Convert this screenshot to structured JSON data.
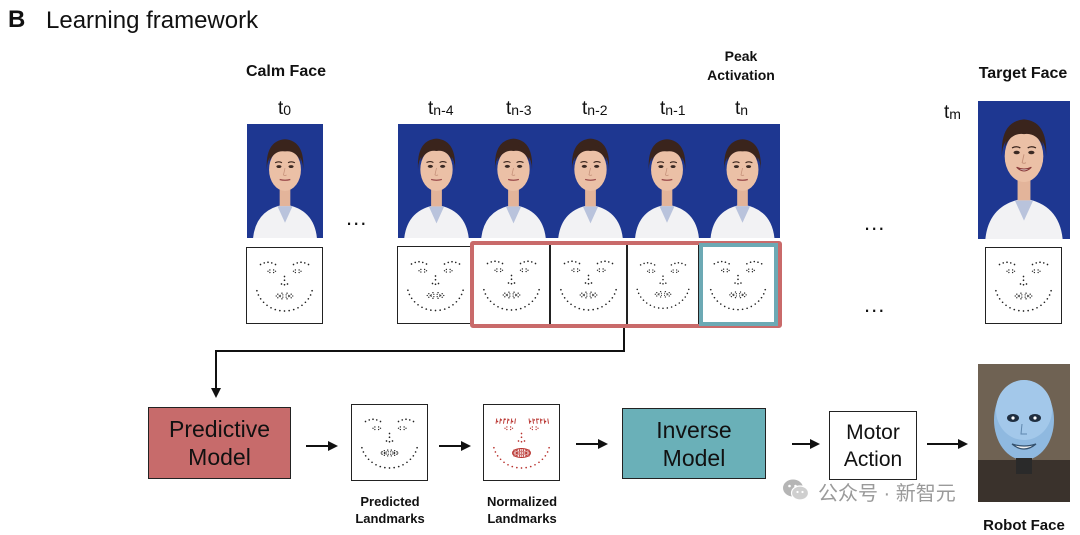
{
  "panel": {
    "letter": "B",
    "title": "Learning framework"
  },
  "columns": {
    "calm": "Calm Face",
    "peak_line1": "Peak",
    "peak_line2": "Activation",
    "target": "Target Face"
  },
  "time_labels": {
    "t0": {
      "base": "t",
      "sub": "0"
    },
    "tn4": {
      "base": "t",
      "sub": "n-4"
    },
    "tn3": {
      "base": "t",
      "sub": "n-3"
    },
    "tn2": {
      "base": "t",
      "sub": "n-2"
    },
    "tn1": {
      "base": "t",
      "sub": "n-1"
    },
    "tn": {
      "base": "t",
      "sub": "n"
    },
    "tm": {
      "base": "t",
      "sub": "m"
    }
  },
  "ellipsis": "...",
  "blocks": {
    "predictive_line1": "Predictive",
    "predictive_line2": "Model",
    "inverse_line1": "Inverse",
    "inverse_line2": "Model",
    "motor_line1": "Motor",
    "motor_line2": "Action"
  },
  "captions": {
    "predicted_line1": "Predicted",
    "predicted_line2": "Landmarks",
    "normalized_line1": "Normalized",
    "normalized_line2": "Landmarks",
    "robot": "Robot Face"
  },
  "watermark": {
    "icon": "wechat-icon",
    "text": "公众号 · 新智元"
  },
  "colors": {
    "photo_background": "#1e3791",
    "predictive_model": "#c76b6b",
    "inverse_model": "#6ab0b8",
    "sequence_highlight": "#c96a6a",
    "peak_highlight": "#6ca9b4",
    "normalized_landmarks": "#b8322e"
  }
}
